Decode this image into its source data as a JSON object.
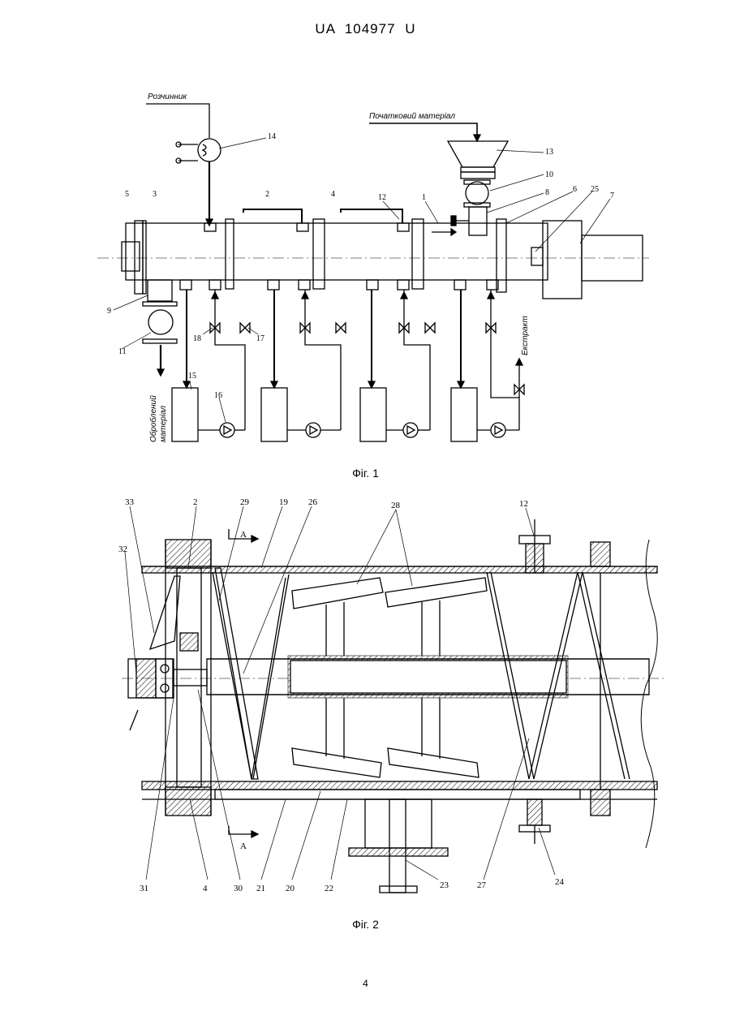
{
  "header": {
    "text": "UA   104977   U"
  },
  "figure1": {
    "caption": "Фіг. 1",
    "labels": {
      "solvent": "Розчинник",
      "initial_material": "Початковий матеріал",
      "processed_material": "Оброблений матеріал",
      "extract": "Екстракт"
    },
    "numbers": [
      "1",
      "2",
      "3",
      "4",
      "5",
      "6",
      "7",
      "8",
      "9",
      "10",
      "11",
      "12",
      "13",
      "14",
      "15",
      "16",
      "17",
      "18",
      "25"
    ]
  },
  "figure2": {
    "caption": "Фіг. 2",
    "section_label": "A",
    "numbers": [
      "2",
      "4",
      "12",
      "19",
      "20",
      "21",
      "22",
      "23",
      "24",
      "26",
      "27",
      "28",
      "29",
      "30",
      "31",
      "32",
      "33"
    ]
  },
  "page_number": "4"
}
